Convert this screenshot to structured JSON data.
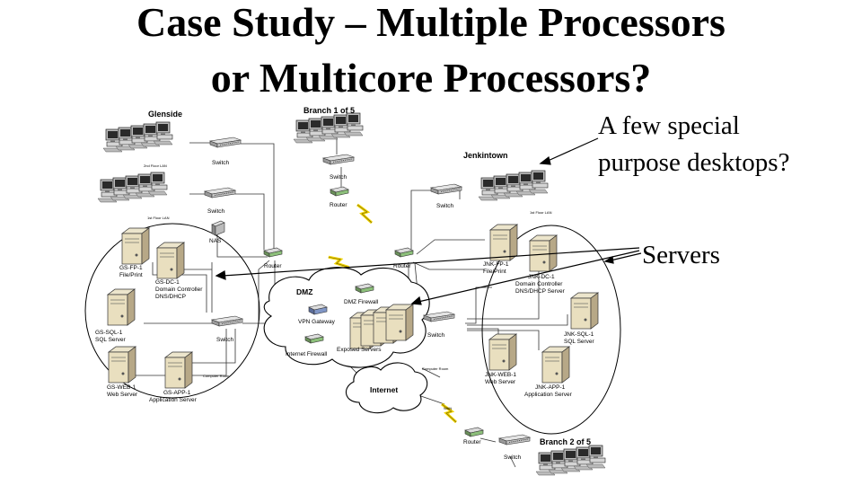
{
  "title": {
    "line1": "Case Study – Multiple Processors",
    "line2": "or Multicore Processors?"
  },
  "annotations": {
    "desktops_line1": "A few special",
    "desktops_line2": "purpose desktops?",
    "servers": "Servers"
  },
  "sites": {
    "glenside": "Glenside",
    "branch1": "Branch 1 of 5",
    "jenkintown": "Jenkintown",
    "branch2": "Branch 2 of 5",
    "dmz": "DMZ",
    "internet": "Internet"
  },
  "lans": {
    "gs_floor2": "2nd Floor LAN",
    "gs_floor1": "1st Floor LAN",
    "jnk_floor1": "1st Floor LAN"
  },
  "devices": {
    "switch": "Switch",
    "router": "Router",
    "nas": "NAS",
    "computer_room": "Computer Room",
    "wan": "WAN"
  },
  "dmz_devices": {
    "firewall": "DMZ Firewall",
    "vpn": "VPN Gateway",
    "exposed": "Exposed Servers",
    "internet_firewall": "Internet Firewall"
  },
  "glenside_servers": [
    {
      "name": "GS-FP-1",
      "role": "File/Print"
    },
    {
      "name": "GS-DC-1",
      "role": "Domain Controller",
      "role2": "DNS/DHCP"
    },
    {
      "name": "GS-SQL-1",
      "role": "SQL Server"
    },
    {
      "name": "GS-WEB-1",
      "role": "Web Server"
    },
    {
      "name": "GS-APP-1",
      "role": "Application Server"
    }
  ],
  "jenkintown_servers": [
    {
      "name": "JNK-FP-1",
      "role": "File/Print"
    },
    {
      "name": "JNK-DC-1",
      "role": "Domain Controller",
      "role2": "DNS/DHCP Server"
    },
    {
      "name": "JNK-SQL-1",
      "role": "SQL Server"
    },
    {
      "name": "JNK-WEB-1",
      "role": "Web Server"
    },
    {
      "name": "JNK-APP-1",
      "role": "Application Server"
    }
  ]
}
